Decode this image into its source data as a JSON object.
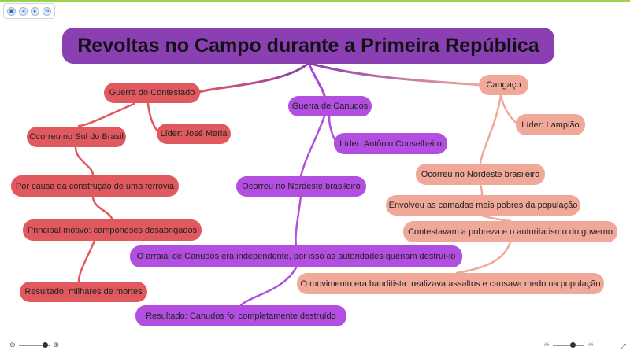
{
  "toolbar": {
    "icons": [
      "overview-icon",
      "back-icon",
      "play-icon",
      "forward-icon"
    ]
  },
  "root": "Revoltas no Campo durante a Primeira República",
  "branches": {
    "contestado": {
      "title": "Guerra do Contestado",
      "lider": "Líder: José Maria",
      "local": "Ocorreu no Sul do Brasil",
      "causa": "Por causa da construção de uma ferrovia",
      "motivo": "Principal motivo: camponeses desabrigados",
      "resultado": "Resultado: milhares de mortes"
    },
    "canudos": {
      "title": "Guerra de Canudos",
      "lider": "Líder: Antônio Conselheiro",
      "local": "Ocorreu no Nordeste brasileiro",
      "arraial": "O arraial de Canudos era independente, por isso as autoridades queriam destruí-lo",
      "resultado": "Resultado: Canudos foi completamente destruído"
    },
    "cangaco": {
      "title": "Cangaço",
      "lider": "Líder: Lampião",
      "local": "Ocorreu no Nordeste brasileiro",
      "envolveu": "Envolveu as camadas mais pobres da população",
      "contestavam": "Contestavam a pobreza e o autoritarismo do governo",
      "movimento": "O movimento era banditista: realizava assaltos e causava medo na população"
    }
  },
  "colors": {
    "root": "#8a3fb2",
    "contestado": "#e0595f",
    "canudos": "#b24fe0",
    "cangaco": "#f0a898"
  }
}
